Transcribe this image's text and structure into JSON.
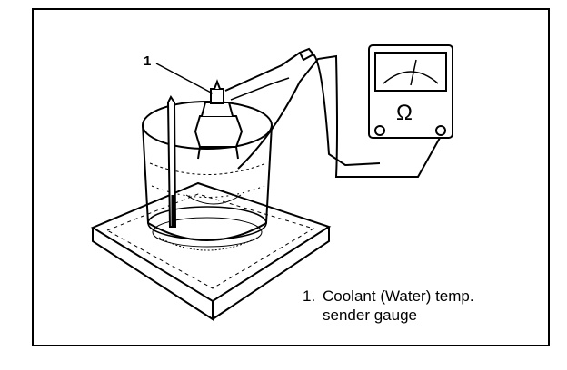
{
  "figure": {
    "callout_number": "1",
    "meter_symbol": "Ω",
    "caption": {
      "number": "1.",
      "line1": "Coolant (Water) temp.",
      "line2": "sender gauge"
    }
  },
  "icons": [
    "ohmmeter-icon",
    "beaker-icon",
    "thermometer-icon",
    "heater-plate-icon",
    "sender-gauge-icon",
    "test-lead-icon"
  ]
}
